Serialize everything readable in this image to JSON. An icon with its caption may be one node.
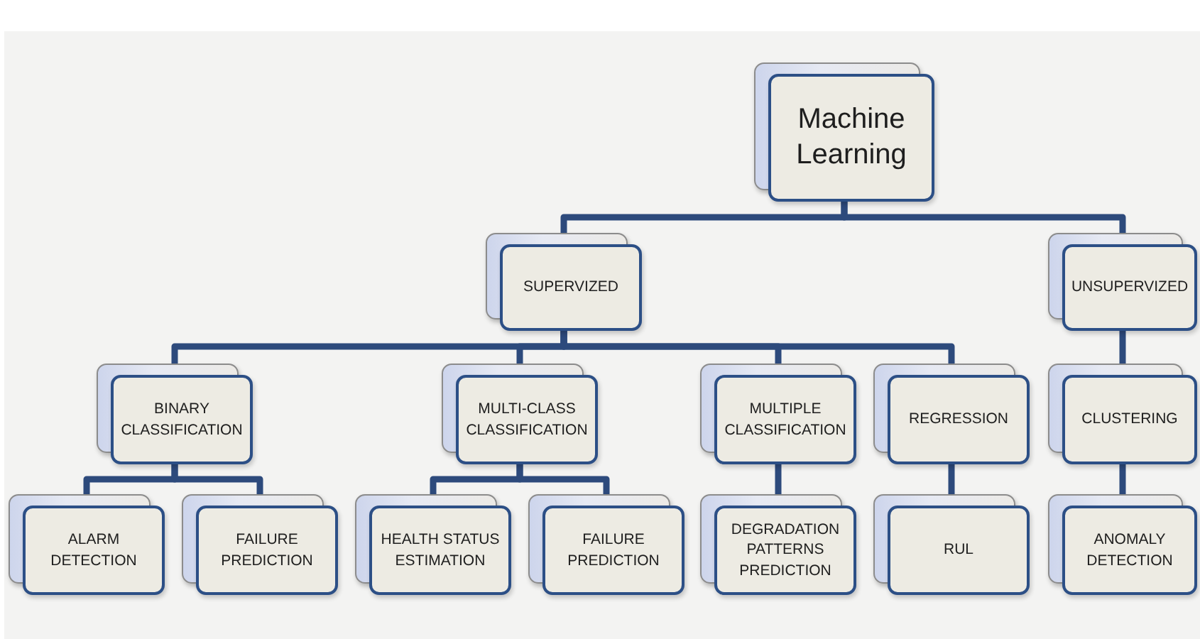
{
  "diagram": {
    "nodes": [
      {
        "text": [
          "Machine Learning"
        ]
      },
      {
        "text": [
          "SUPERVIZED"
        ]
      },
      {
        "text": [
          "UNSUPERVIZED"
        ]
      },
      {
        "text": [
          "BINARY CLASSIFICATION"
        ]
      },
      {
        "text": [
          "MULTI-CLASS CLASSIFICATION"
        ]
      },
      {
        "text": [
          "MULTIPLE CLASSIFICATION"
        ]
      },
      {
        "text": [
          "REGRESSION"
        ]
      },
      {
        "text": [
          "CLUSTERING"
        ]
      },
      {
        "text": [
          "ALARM DETECTION"
        ]
      },
      {
        "text": [
          "FAILURE PREDICTION"
        ]
      },
      {
        "text": [
          "HEALTH STATUS ESTIMATION"
        ]
      },
      {
        "text": [
          "FAILURE PREDICTION"
        ]
      },
      {
        "text": [
          "DEGRADATION PATTERNS PREDICTION"
        ]
      },
      {
        "text": [
          "RUL"
        ]
      },
      {
        "text": [
          "ANOMALY DETECTION"
        ]
      }
    ],
    "edges": [
      {
        "from": 0,
        "to": 1,
        "arrow": "none"
      },
      {
        "from": 0,
        "to": 2,
        "arrow": "none"
      },
      {
        "from": 1,
        "to": 3,
        "arrow": "none"
      },
      {
        "from": 1,
        "to": 4,
        "arrow": "none"
      },
      {
        "from": 1,
        "to": 5,
        "arrow": "none"
      },
      {
        "from": 1,
        "to": 6,
        "arrow": "none"
      },
      {
        "from": 2,
        "to": 7,
        "arrow": "none"
      },
      {
        "from": 3,
        "to": 8,
        "arrow": "none"
      },
      {
        "from": 3,
        "to": 9,
        "arrow": "none"
      },
      {
        "from": 4,
        "to": 10,
        "arrow": "none"
      },
      {
        "from": 4,
        "to": 11,
        "arrow": "none"
      },
      {
        "from": 5,
        "to": 12,
        "arrow": "none"
      },
      {
        "from": 6,
        "to": 13,
        "arrow": "none"
      },
      {
        "from": 7,
        "to": 14,
        "arrow": "none"
      }
    ]
  }
}
